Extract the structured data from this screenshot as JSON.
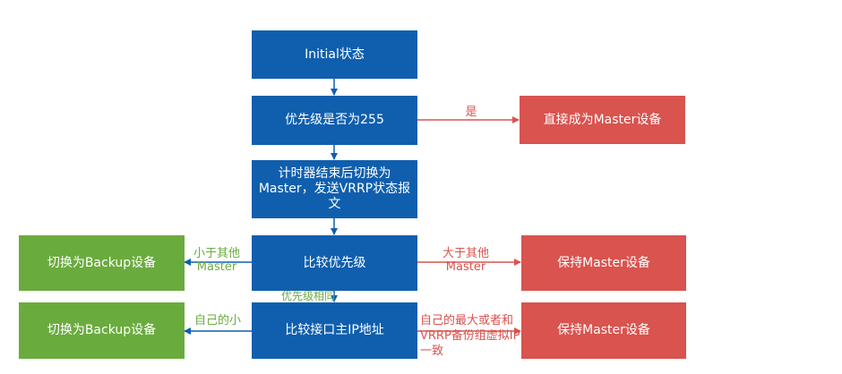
{
  "colors": {
    "blue": "#0f5fae",
    "red": "#d9534f",
    "green": "#6aab3e"
  },
  "nodes": {
    "initial": "Initial状态",
    "priority_check": "优先级是否为255",
    "become_master_direct": "直接成为Master设备",
    "timer_switch": "计时器结束后切换为Master，发送VRRP状态报文",
    "compare_priority": "比较优先级",
    "switch_backup_1": "切换为Backup设备",
    "keep_master_1": "保持Master设备",
    "compare_ip": "比较接口主IP地址",
    "switch_backup_2": "切换为Backup设备",
    "keep_master_2": "保持Master设备"
  },
  "edges": {
    "yes": "是",
    "less_than_other_master": "小于其他Master",
    "greater_than_other_master": "大于其他Master",
    "same_priority": "优先级相同",
    "own_smaller": "自己的小",
    "own_largest_or_equal": "自己的最大或者和VRRP备份组虚拟IP一致"
  }
}
